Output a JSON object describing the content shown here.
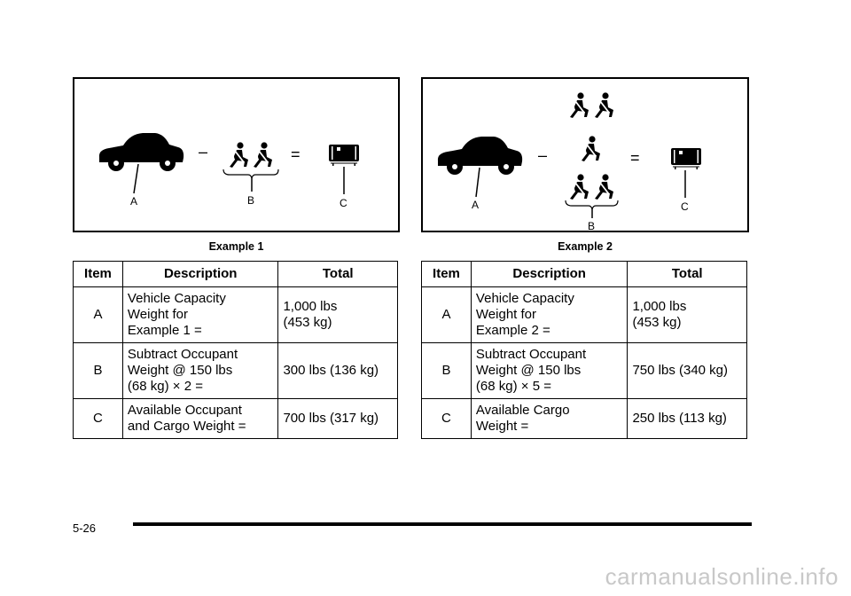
{
  "examples": [
    {
      "caption": "Example 1",
      "minus": "–",
      "equals": "=",
      "labels": {
        "a": "A",
        "b": "B",
        "c": "C"
      },
      "headers": {
        "item": "Item",
        "description": "Description",
        "total": "Total"
      },
      "rows": [
        {
          "item": "A",
          "description": "Vehicle Capacity\nWeight for\nExample 1 =",
          "total": "1,000 lbs\n(453 kg)"
        },
        {
          "item": "B",
          "description": "Subtract Occupant\nWeight @ 150 lbs\n(68  kg) × 2 =",
          "total": "300 lbs (136 kg)"
        },
        {
          "item": "C",
          "description": "Available Occupant\nand Cargo Weight =",
          "total": "700 lbs (317 kg)"
        }
      ]
    },
    {
      "caption": "Example 2",
      "minus": "–",
      "equals": "=",
      "labels": {
        "a": "A",
        "b": "B",
        "c": "C"
      },
      "headers": {
        "item": "Item",
        "description": "Description",
        "total": "Total"
      },
      "rows": [
        {
          "item": "A",
          "description": "Vehicle Capacity\nWeight for\nExample 2 =",
          "total": "1,000 lbs\n(453 kg)"
        },
        {
          "item": "B",
          "description": "Subtract Occupant\nWeight @ 150 lbs\n(68  kg) × 5 =",
          "total": "750 lbs (340 kg)"
        },
        {
          "item": "C",
          "description": "Available Cargo\nWeight =",
          "total": "250 lbs (113 kg)"
        }
      ]
    }
  ],
  "footer": {
    "page_number": "5-26",
    "watermark": "carmanualsonline.info"
  }
}
